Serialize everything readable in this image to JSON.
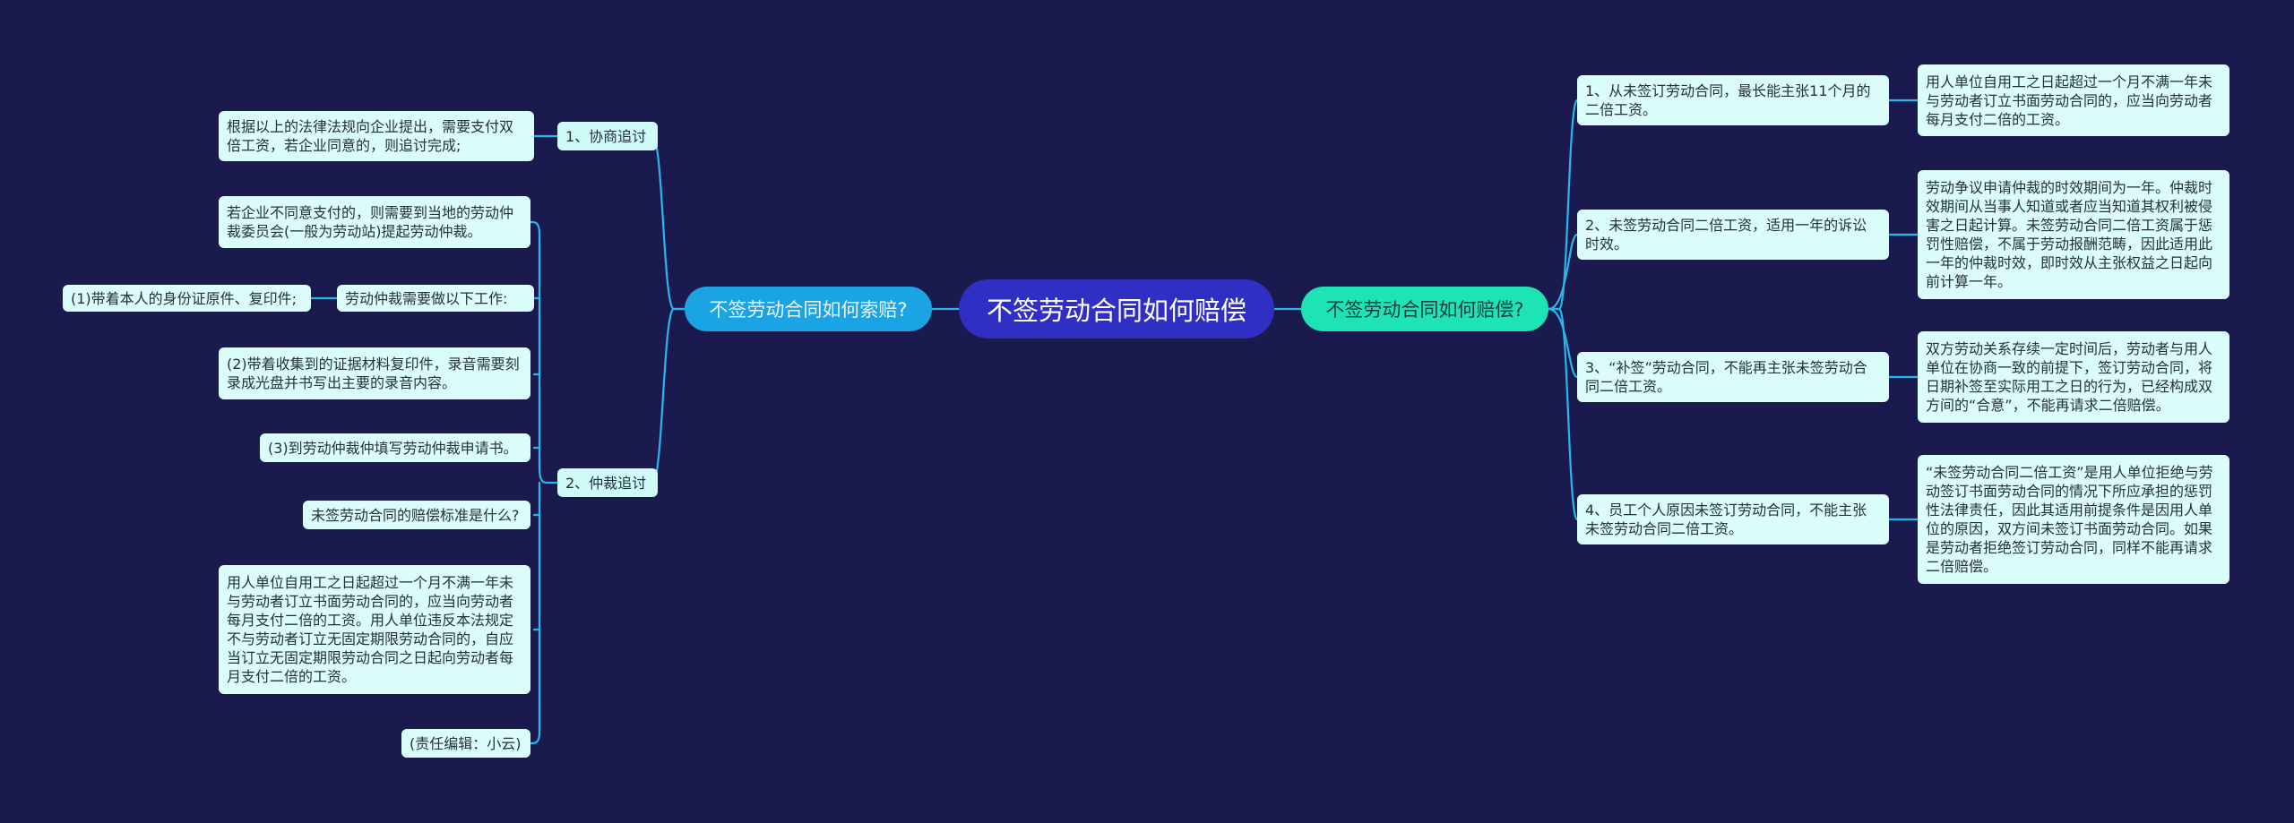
{
  "root": {
    "label": "不签劳动合同如何赔偿"
  },
  "left": {
    "label": "不签劳动合同如何索赔?",
    "negotiate": {
      "label": "1、协商追讨",
      "note": "根据以上的法律法规向企业提出，需要支付双倍工资，若企业同意的，则追讨完成;"
    },
    "arbitration": {
      "label": "2、仲裁追讨",
      "items": {
        "apply": "若企业不同意支付的，则需要到当地的劳动仲裁委员会(一般为劳动站)提起劳动仲裁。",
        "prepare": "劳动仲裁需要做以下工作:",
        "prepare_id": "(1)带着本人的身份证原件、复印件;",
        "evidence": "(2)带着收集到的证据材料复印件，录音需要刻录成光盘并书写出主要的录音内容。",
        "form": "(3)到劳动仲裁仲填写劳动仲裁申请书。",
        "question": "未签劳动合同的赔偿标准是什么?",
        "standard": "用人单位自用工之日起超过一个月不满一年未与劳动者订立书面劳动合同的，应当向劳动者每月支付二倍的工资。用人单位违反本法规定不与劳动者订立无固定期限劳动合同的，自应当订立无固定期限劳动合同之日起向劳动者每月支付二倍的工资。",
        "editor": "(责任编辑：小云)"
      }
    }
  },
  "right": {
    "label": "不签劳动合同如何赔偿?",
    "items": [
      {
        "label": "1、从未签订劳动合同，最长能主张11个月的二倍工资。",
        "detail": "用人单位自用工之日起超过一个月不满一年未与劳动者订立书面劳动合同的，应当向劳动者每月支付二倍的工资。"
      },
      {
        "label": "2、未签劳动合同二倍工资，适用一年的诉讼时效。",
        "detail": "劳动争议申请仲裁的时效期间为一年。仲裁时效期间从当事人知道或者应当知道其权利被侵害之日起计算。未签劳动合同二倍工资属于惩罚性赔偿，不属于劳动报酬范畴，因此适用此一年的仲裁时效，即时效从主张权益之日起向前计算一年。"
      },
      {
        "label": "3、“补签”劳动合同，不能再主张未签劳动合同二倍工资。",
        "detail": "双方劳动关系存续一定时间后，劳动者与用人单位在协商一致的前提下，签订劳动合同，将日期补签至实际用工之日的行为，已经构成双方间的“合意”，不能再请求二倍赔偿。"
      },
      {
        "label": "4、员工个人原因未签订劳动合同，不能主张未签劳动合同二倍工资。",
        "detail": "“未签劳动合同二倍工资”是用人单位拒绝与劳动签订书面劳动合同的情况下所应承担的惩罚性法律责任，因此其适用前提条件是因用人单位的原因，双方间未签订书面劳动合同。如果是劳动者拒绝签订劳动合同，同样不能再请求二倍赔偿。"
      }
    ]
  },
  "colors": {
    "background": "#1b1a4f",
    "root": "#2f2fc4",
    "branch_left": "#1ba4e3",
    "branch_right": "#1ee3b4",
    "connector": "#28b7e8",
    "leaf": "#dafcfb"
  }
}
